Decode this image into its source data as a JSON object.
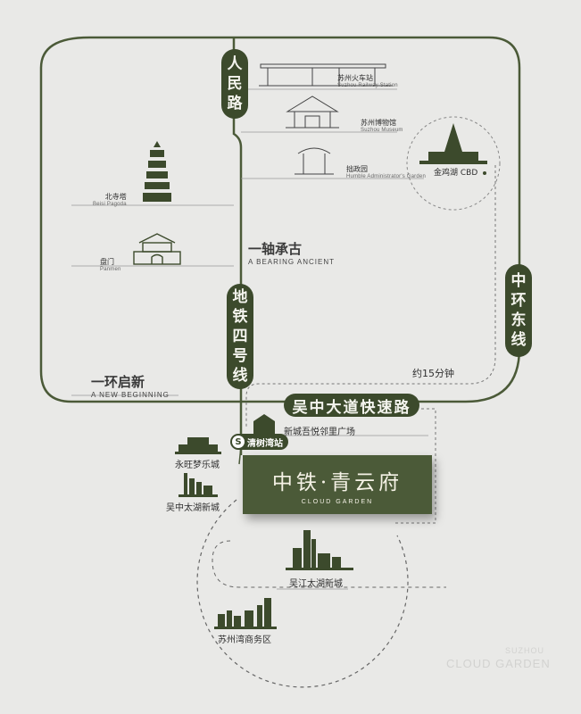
{
  "roads": {
    "renmin": [
      "人",
      "民",
      "路"
    ],
    "metro4": [
      "地",
      "铁",
      "四",
      "号",
      "线"
    ],
    "zhonghuan": [
      "中",
      "环",
      "东",
      "线"
    ],
    "wuzhong": "吴中大道快速路"
  },
  "places": {
    "railway": {
      "cn": "苏州火车站",
      "en": "Suzhou Railway Station"
    },
    "museum": {
      "cn": "苏州博物馆",
      "en": "Suzhou Museum"
    },
    "garden": {
      "cn": "拙政园",
      "en": "Humble Administrator's Garden"
    },
    "cbd": {
      "cn": "金鸡湖 CBD"
    },
    "pagoda": {
      "cn": "北寺塔",
      "en": "Beisi Pagoda"
    },
    "panmen": {
      "cn": "盘门",
      "en": "Panmen"
    },
    "axis": {
      "cn": "一轴承古",
      "en": "A BEARING ANCIENT"
    },
    "ring": {
      "cn": "一环启新",
      "en": "A NEW BEGINNING"
    },
    "time": "约15分钟",
    "xincheng": "新城吾悦邻里广场",
    "yongwang": "永旺梦乐城",
    "wuzhong_taihu": "吴中太湖新城",
    "wujiang_taihu": "吴江太湖新城",
    "suzhouwan": "苏州湾商务区"
  },
  "station": {
    "icon": "S",
    "name": "清树湾站"
  },
  "project": {
    "title": "中铁·青云府",
    "subtitle": "CLOUD GARDEN"
  },
  "watermark": {
    "line1": "SUZHOU",
    "line2": "CLOUD GARDEN"
  },
  "colors": {
    "accent": "#3c4a2c",
    "road": "#4b5a38",
    "card": "#4b5a38"
  }
}
